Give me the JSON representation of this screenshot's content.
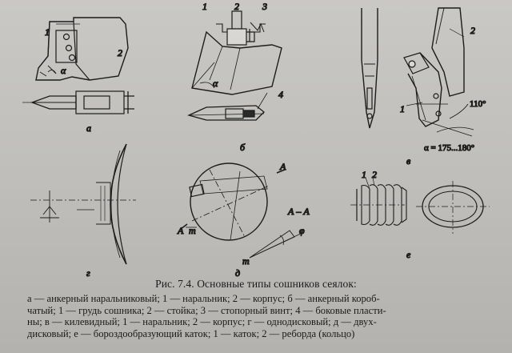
{
  "figure": {
    "panel_labels": [
      "а",
      "б",
      "в",
      "г",
      "д",
      "е"
    ],
    "numbers": {
      "a": [
        "1",
        "2"
      ],
      "b": [
        "1",
        "2",
        "3",
        "4"
      ],
      "v": [
        "1",
        "2"
      ],
      "e": [
        "1",
        "2"
      ]
    },
    "angle_alpha": "α",
    "angle_phi": "φ",
    "angle_110": "110°",
    "angle_range": "α = 175...180°",
    "section_A": "А",
    "section_AA": "А – А",
    "point_m": "m"
  },
  "caption": "Рис. 7.4. Основные типы сошников сеялок:",
  "legend_lines": [
    "а — анкерный наральниковый; 1 — наральник; 2 — корпус; б — анкерный короб-",
    "чатый; 1 — грудь сошника; 2 — стойка; 3 — стопорный винт; 4 — боковые пласти-",
    "ны; в — килевидный; 1 — наральник; 2 — корпус; г — однодисковый; д — двух-",
    "дисковый; е — бороздообразующий каток; 1 — каток; 2 — реборда (кольцо)"
  ]
}
